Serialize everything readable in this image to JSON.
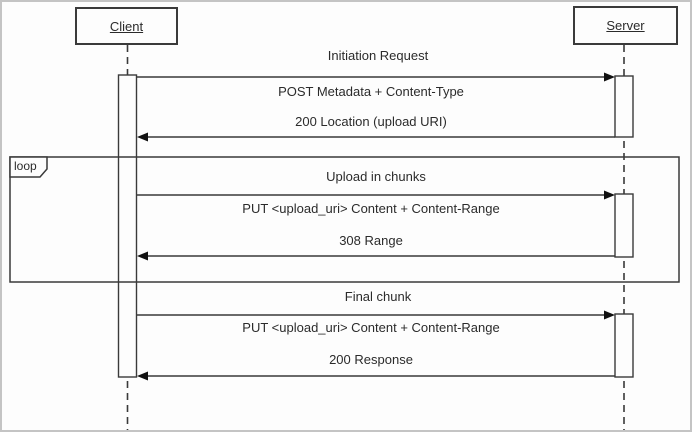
{
  "diagram": {
    "type": "uml-sequence-diagram",
    "actors": {
      "client": {
        "label": "Client"
      },
      "server": {
        "label": "Server"
      }
    },
    "loop_fragment": {
      "label": "loop"
    },
    "exchanges": [
      {
        "title": "Initiation Request",
        "request": "POST Metadata + Content-Type",
        "response": "200 Location (upload URI)",
        "in_loop": false
      },
      {
        "title": "Upload in chunks",
        "request": "PUT <upload_uri> Content + Content-Range",
        "response": "308 Range",
        "in_loop": true
      },
      {
        "title": "Final chunk",
        "request": "PUT <upload_uri> Content + Content-Range",
        "response": "200 Response",
        "in_loop": false
      }
    ],
    "colors": {
      "line": "#3a3a3a",
      "arrowhead": "#111111",
      "text": "#2b2b2b",
      "background": "#fdfdfd",
      "frame_border": "#c4c4c4"
    }
  }
}
